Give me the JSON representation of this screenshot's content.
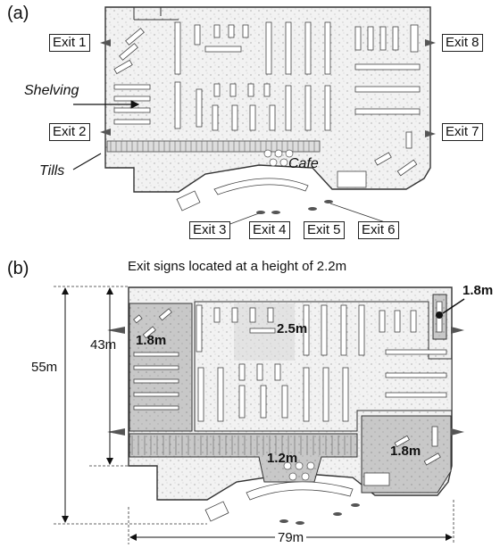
{
  "panel_a": {
    "label": "(a)",
    "exits": [
      "Exit 1",
      "Exit 2",
      "Exit 3",
      "Exit 4",
      "Exit 5",
      "Exit 6",
      "Exit 7",
      "Exit 8"
    ],
    "annotations": {
      "shelving": "Shelving",
      "tills": "Tills",
      "cafe": "Cafe"
    }
  },
  "panel_b": {
    "label": "(b)",
    "caption": "Exit signs located at a height of 2.2m",
    "heights": [
      "1.8m",
      "2.5m",
      "1.2m",
      "1.8m",
      "1.8m"
    ],
    "dims": {
      "outer_height": "55m",
      "inner_height": "43m",
      "width": "79m"
    }
  }
}
